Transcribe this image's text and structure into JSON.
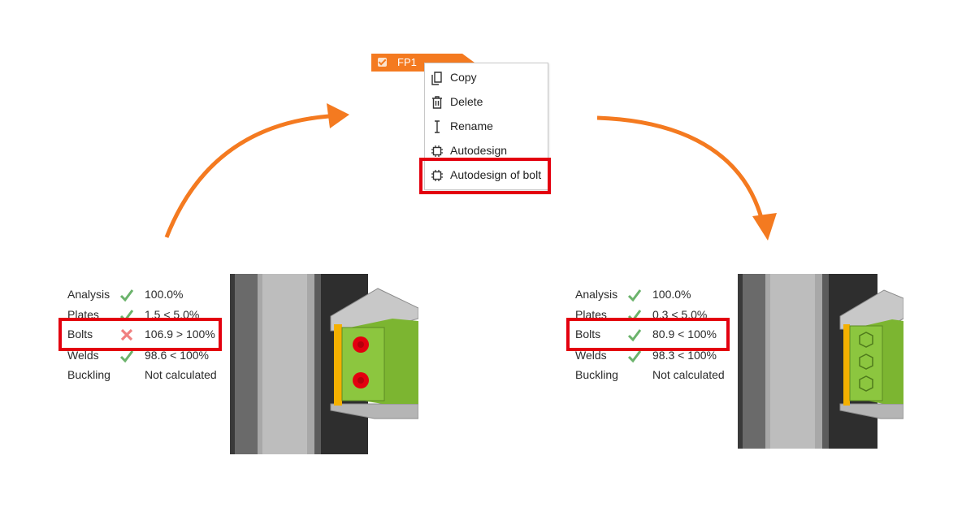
{
  "tab": {
    "label": "FP1",
    "checked": true,
    "color": "#f47a20"
  },
  "context_menu": {
    "items": [
      {
        "label": "Copy",
        "icon": "copy-icon"
      },
      {
        "label": "Delete",
        "icon": "trash-icon"
      },
      {
        "label": "Rename",
        "icon": "text-cursor-icon"
      },
      {
        "label": "Autodesign",
        "icon": "chip-icon"
      },
      {
        "label": "Autodesign of bolt",
        "icon": "chip-icon",
        "highlighted": true
      }
    ]
  },
  "before": {
    "checks": [
      {
        "label": "Analysis",
        "status": "pass",
        "value": "100.0%"
      },
      {
        "label": "Plates",
        "status": "pass",
        "value": "1.5 < 5.0%"
      },
      {
        "label": "Bolts",
        "status": "fail",
        "value": "106.9 > 100%",
        "highlighted": true
      },
      {
        "label": "Welds",
        "status": "pass",
        "value": "98.6 < 100%"
      },
      {
        "label": "Buckling",
        "status": "none",
        "value": "Not calculated"
      }
    ],
    "bolt_color": "#e3000f"
  },
  "after": {
    "checks": [
      {
        "label": "Analysis",
        "status": "pass",
        "value": "100.0%"
      },
      {
        "label": "Plates",
        "status": "pass",
        "value": "0.3 < 5.0%"
      },
      {
        "label": "Bolts",
        "status": "pass",
        "value": "80.9 < 100%",
        "highlighted": true
      },
      {
        "label": "Welds",
        "status": "pass",
        "value": "98.3 < 100%"
      },
      {
        "label": "Buckling",
        "status": "none",
        "value": "Not calculated"
      }
    ],
    "bolt_color": "#8cc63f"
  },
  "colors": {
    "arrow": "#f47a20",
    "highlight": "#e3000f",
    "pass": "#6bb36b",
    "fail": "#f08080",
    "plate": "#8cc63f"
  }
}
